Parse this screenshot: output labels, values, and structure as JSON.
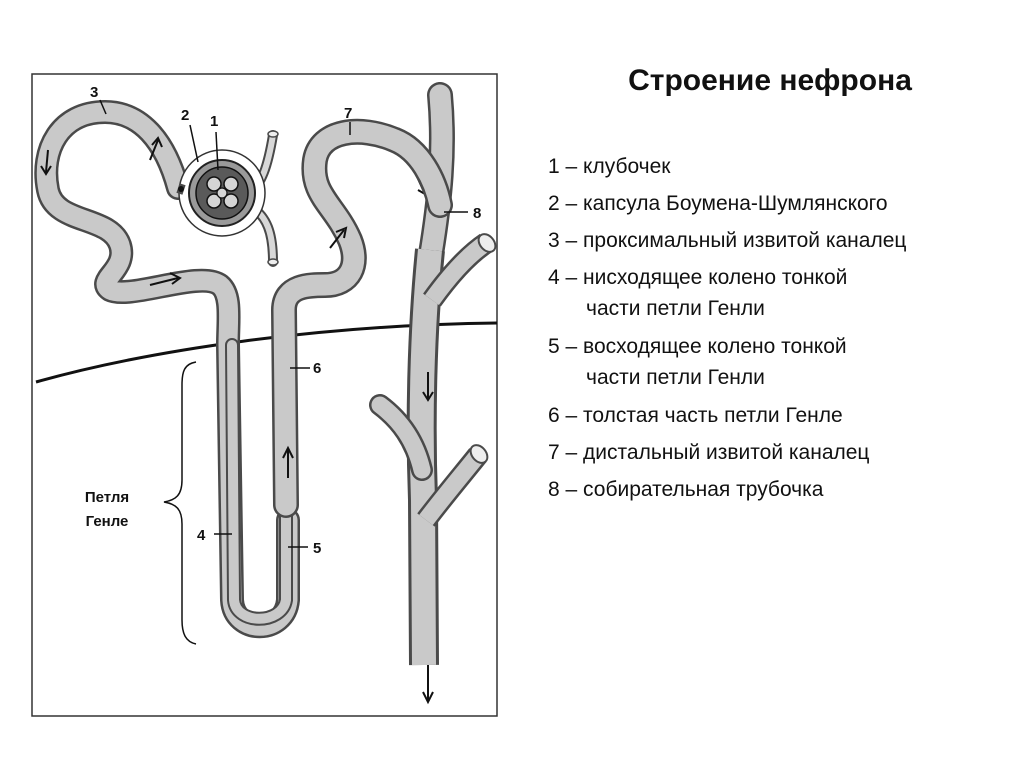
{
  "title": "Строение нефрона",
  "legend": [
    {
      "line1": "1 – клубочек",
      "line2": ""
    },
    {
      "line1": "2 – капсула Боумена-Шумлянского",
      "line2": ""
    },
    {
      "line1": "3 – проксимальный извитой каналец",
      "line2": ""
    },
    {
      "line1": "4 – нисходящее колено тонкой",
      "line2": "части петли Генли"
    },
    {
      "line1": "5 – восходящее колено тонкой",
      "line2": "части петли Генли"
    },
    {
      "line1": "6 – толстая часть петли Генле",
      "line2": ""
    },
    {
      "line1": "7 – дистальный извитой каналец",
      "line2": ""
    },
    {
      "line1": "8 – собирательная трубочка",
      "line2": ""
    }
  ],
  "diagram": {
    "labels": {
      "n1": "1",
      "n2": "2",
      "n3": "3",
      "n4": "4",
      "n5": "5",
      "n6": "6",
      "n7": "7",
      "n8": "8"
    },
    "loop_label_line1": "Петля",
    "loop_label_line2": "Генле"
  },
  "colors": {
    "tube_outline": "#4a4a4a",
    "tube_fill": "#c9c9c9",
    "text": "#111111"
  }
}
